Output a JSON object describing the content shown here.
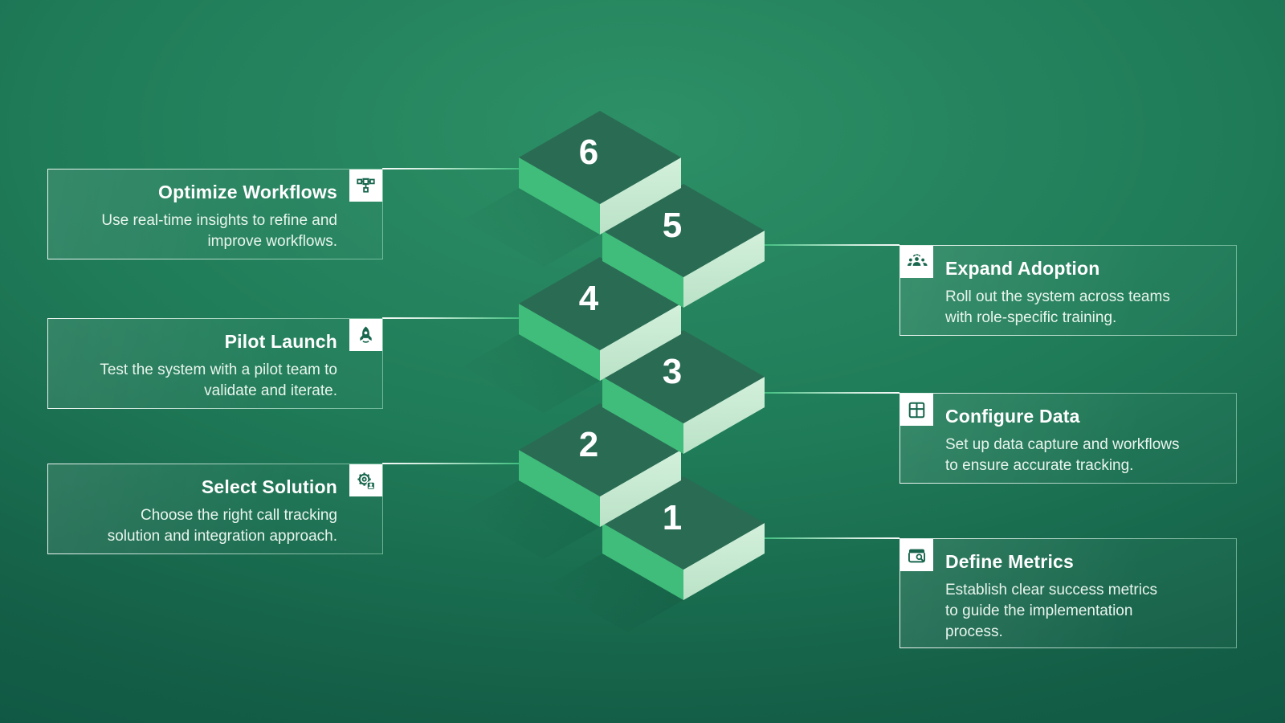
{
  "colors": {
    "background_top": "#2d9066",
    "background_bottom": "#0c5040",
    "accent_line": "#2eb873",
    "step_top_face": "#2a6b54",
    "step_left_face": "#40bd7a",
    "step_right_face": "#c6ead1",
    "icon_green": "#17664d",
    "card_border": "#ffffff",
    "number_color": "#ffffff"
  },
  "staircase": {
    "numbers": [
      "6",
      "5",
      "4",
      "3",
      "2",
      "1"
    ]
  },
  "cards": {
    "left": [
      {
        "step": "6",
        "title": "Optimize Workflows",
        "description": "Use real-time insights to refine and\nimprove workflows.",
        "icon": "workflow-icon"
      },
      {
        "step": "4",
        "title": "Pilot Launch",
        "description": "Test the system with a pilot team to\nvalidate and iterate.",
        "icon": "rocket-icon"
      },
      {
        "step": "2",
        "title": "Select Solution",
        "description": "Choose the right call tracking\nsolution and integration approach.",
        "icon": "gear-user-icon"
      }
    ],
    "right": [
      {
        "step": "5",
        "title": "Expand Adoption",
        "description": "Roll out the system across teams\nwith role-specific training.",
        "icon": "people-icon"
      },
      {
        "step": "3",
        "title": "Configure Data",
        "description": "Set up data capture and workflows\nto ensure accurate tracking.",
        "icon": "table-icon"
      },
      {
        "step": "1",
        "title": "Define Metrics",
        "description": "Establish clear success metrics\nto guide the implementation\nprocess.",
        "icon": "page-search-icon"
      }
    ]
  }
}
